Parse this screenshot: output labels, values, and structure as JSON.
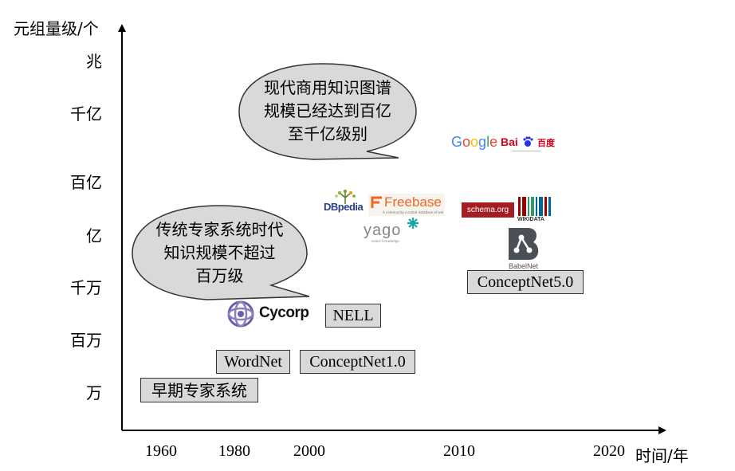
{
  "axes": {
    "ylabel": "元组量级/个",
    "xlabel": "时间/年",
    "yticks": [
      "兆",
      "千亿",
      "百亿",
      "亿",
      "千万",
      "百万",
      "万"
    ],
    "xticks": [
      "1960",
      "1980",
      "2000",
      "2010",
      "2020"
    ]
  },
  "bubbles": {
    "modern": {
      "lines": [
        "现代商用知识图谱",
        "规模已经达到百亿",
        "至千亿级别"
      ]
    },
    "traditional": {
      "lines": [
        "传统专家系统时代",
        "知识规模不超过",
        "百万级"
      ]
    }
  },
  "boxes": {
    "early_expert": "早期专家系统",
    "wordnet": "WordNet",
    "conceptnet1": "ConceptNet1.0",
    "nell": "NELL",
    "conceptnet5": "ConceptNet5.0"
  },
  "logos": {
    "google": "Google",
    "baidu_a": "Bai",
    "baidu_b": "百度",
    "dbpedia": "DBpedia",
    "freebase": "Freebase",
    "freebase_tagline": "A community-curated database of well-known people, places, and things",
    "yago": "yago",
    "yago_tagline": "select knowledge",
    "schema": "schema.org",
    "wikidata": "WIKIDATA",
    "babelnet": "BabelNet",
    "cycorp": "Cycorp"
  },
  "colors": {
    "axis": "#000000",
    "box_fill": "#d9d9d9",
    "bubble_fill": "#d9d9d9",
    "google_blue": "#4285f4",
    "google_red": "#ea4335",
    "google_yellow": "#fbbc05",
    "google_green": "#34a853",
    "baidu_red": "#d0021b",
    "baidu_blue": "#2932e1",
    "freebase_orange": "#f26522",
    "schema_red": "#a31e22",
    "wikidata_red": "#990000",
    "wikidata_green": "#339966",
    "wikidata_blue": "#006699",
    "cycorp_purple": "#6b5ea8",
    "yago_teal": "#1aa6a6"
  }
}
